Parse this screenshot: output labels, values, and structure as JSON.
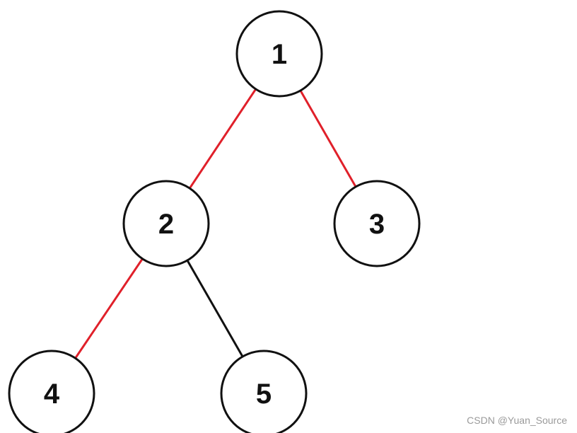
{
  "tree": {
    "nodes": [
      {
        "id": "1",
        "label": "1"
      },
      {
        "id": "2",
        "label": "2"
      },
      {
        "id": "3",
        "label": "3"
      },
      {
        "id": "4",
        "label": "4"
      },
      {
        "id": "5",
        "label": "5"
      }
    ],
    "edges": [
      {
        "from": "1",
        "to": "2",
        "highlighted": true
      },
      {
        "from": "1",
        "to": "3",
        "highlighted": true
      },
      {
        "from": "2",
        "to": "4",
        "highlighted": true
      },
      {
        "from": "2",
        "to": "5",
        "highlighted": false
      }
    ],
    "colors": {
      "highlight": "#e0202a",
      "normal": "#111111"
    }
  },
  "watermark": "CSDN @Yuan_Source"
}
